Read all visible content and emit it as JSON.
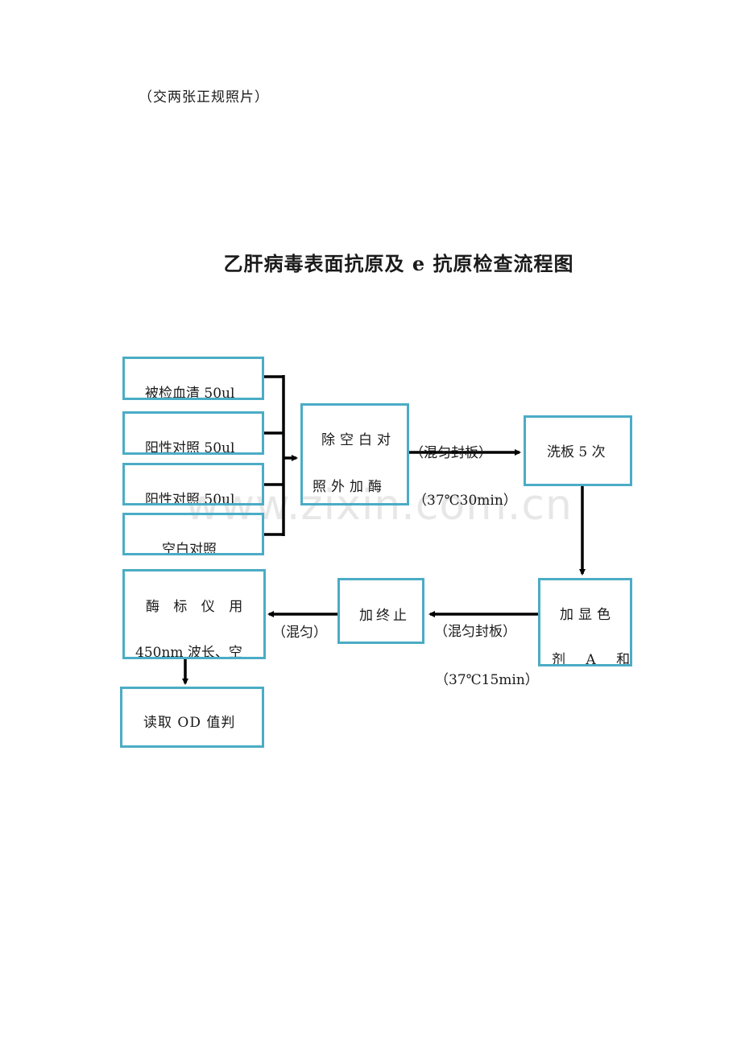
{
  "note": "（交两张正规照片）",
  "title": "乙肝病毒表面抗原及 e 抗原检查流程图",
  "watermark": "www.zixin.com.cn",
  "diagram": {
    "colors": {
      "box_border": "#4bacc6",
      "arrow": "#000000"
    },
    "inputs": [
      {
        "label": "被检血清 50ul"
      },
      {
        "label": "阳性对照 50ul"
      },
      {
        "label": "阳性对照 50ul"
      },
      {
        "label": "空白对照"
      }
    ],
    "add_enzyme": {
      "line1": "除空白对",
      "line2": "照外加酶"
    },
    "step1_label_top": "（混匀封板）",
    "step1_label_bottom": "（37℃30min）",
    "wash": {
      "label": "洗板 5 次"
    },
    "color_reagent": {
      "line1": "加显色",
      "line2": "剂 A 和"
    },
    "step2_label_top": "（混匀封板）",
    "step2_label_bottom": "（37℃15min）",
    "stop": {
      "label": "加终止"
    },
    "step3_label": "（混匀）",
    "reader": {
      "line1": "酶 标 仪 用",
      "line2": "450nm 波长、空"
    },
    "read_od": {
      "label": "读取 OD 值判"
    }
  }
}
